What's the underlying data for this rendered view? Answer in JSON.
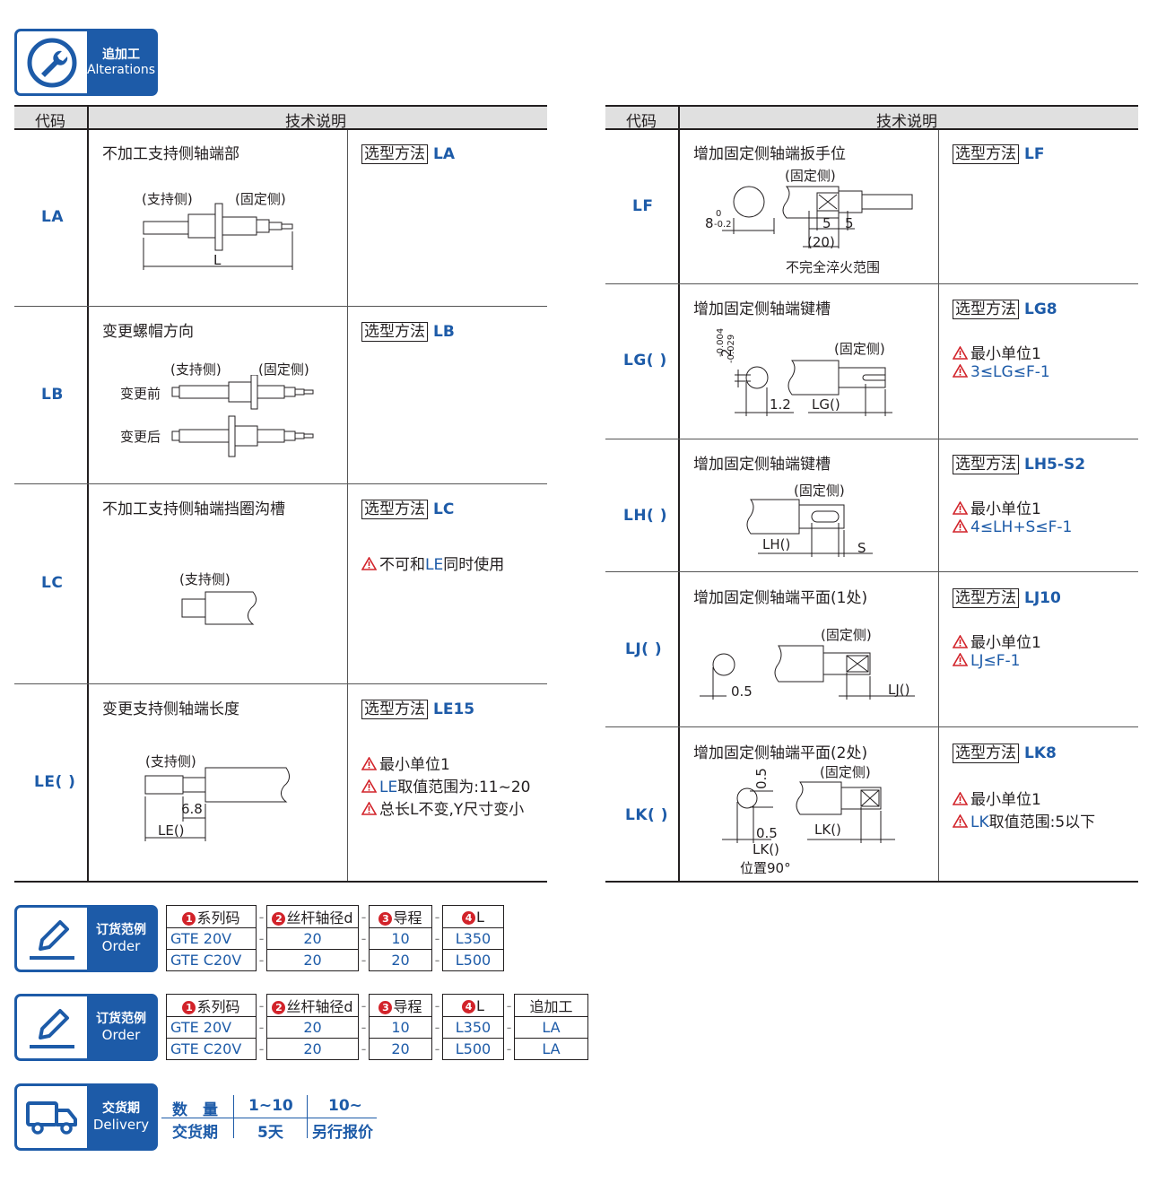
{
  "alter_badge": {
    "cn": "追加工",
    "en": "Alterations",
    "icon": "wrench-icon"
  },
  "left_table": {
    "headers": [
      "代码",
      "技术说明"
    ],
    "rows": [
      {
        "code": "LA",
        "desc": "不加工支持侧轴端部",
        "select_label": "选型方法",
        "select_value": "LA",
        "labels": [
          "(支持侧)",
          "(固定侧)",
          "L"
        ],
        "notes": []
      },
      {
        "code": "LB",
        "desc": "变更螺帽方向",
        "select_label": "选型方法",
        "select_value": "LB",
        "labels": [
          "(支持侧)",
          "(固定侧)",
          "变更前",
          "变更后"
        ],
        "notes": []
      },
      {
        "code": "LC",
        "desc": "不加工支持侧轴端挡圈沟槽",
        "select_label": "选型方法",
        "select_value": "LC",
        "labels": [
          "(支持侧)"
        ],
        "notes": [
          {
            "pre": "不可和",
            "blue": "LE",
            "post": "同时使用"
          }
        ]
      },
      {
        "code": "LE( )",
        "desc": "变更支持侧轴端长度",
        "select_label": "选型方法",
        "select_value": "LE15",
        "labels": [
          "(支持侧)",
          "6.8",
          "LE()"
        ],
        "notes": [
          {
            "pre": "最小单位1",
            "blue": "",
            "post": ""
          },
          {
            "pre": "",
            "blue": "LE",
            "post": "取值范围为:11~20"
          },
          {
            "pre": "总长L不变,Y尺寸变小",
            "blue": "",
            "post": ""
          }
        ]
      }
    ]
  },
  "right_table": {
    "headers": [
      "代码",
      "技术说明"
    ],
    "rows": [
      {
        "code": "LF",
        "desc": "增加固定侧轴端扳手位",
        "select_label": "选型方法",
        "select_value": "LF",
        "labels": [
          "(固定侧)",
          "8",
          "0",
          "-0.2",
          "5",
          "5",
          "(20)",
          "不完全淬火范围"
        ],
        "notes": []
      },
      {
        "code": "LG( )",
        "desc": "增加固定侧轴端键槽",
        "select_label": "选型方法",
        "select_value": "LG8",
        "labels": [
          "(固定侧)",
          "2",
          "-0.004",
          "-0.029",
          "1.2",
          "LG()"
        ],
        "notes": [
          {
            "pre": "最小单位1",
            "blue": "",
            "post": ""
          },
          {
            "pre": "",
            "blue": "3≤LG≤F-1",
            "post": ""
          }
        ]
      },
      {
        "code": "LH( )",
        "desc": "增加固定侧轴端键槽",
        "select_label": "选型方法",
        "select_value": "LH5-S2",
        "labels": [
          "(固定侧)",
          "LH()",
          "S"
        ],
        "notes": [
          {
            "pre": "最小单位1",
            "blue": "",
            "post": ""
          },
          {
            "pre": "",
            "blue": "4≤LH+S≤F-1",
            "post": ""
          }
        ]
      },
      {
        "code": "LJ( )",
        "desc": "增加固定侧轴端平面(1处)",
        "select_label": "选型方法",
        "select_value": "LJ10",
        "labels": [
          "(固定侧)",
          "0.5",
          "LJ()"
        ],
        "notes": [
          {
            "pre": "最小单位1",
            "blue": "",
            "post": ""
          },
          {
            "pre": "",
            "blue": "LJ≤F-1",
            "post": ""
          }
        ]
      },
      {
        "code": "LK( )",
        "desc": "增加固定侧轴端平面(2处)",
        "select_label": "选型方法",
        "select_value": "LK8",
        "labels": [
          "(固定侧)",
          "0.5",
          "0.5",
          "LK()",
          "LK()",
          "位置90°"
        ],
        "notes": [
          {
            "pre": "最小单位1",
            "blue": "",
            "post": ""
          },
          {
            "pre": "",
            "blue": "LK",
            "post": "取值范围:5以下"
          }
        ]
      }
    ]
  },
  "order1": {
    "cn": "订货范例",
    "en": "Order",
    "icon": "pencil-icon",
    "headers": [
      "系列码",
      "丝杆轴径d",
      "导程",
      "L"
    ],
    "rows": [
      [
        "GTE 20V",
        "20",
        "10",
        "L350"
      ],
      [
        "GTE C20V",
        "20",
        "20",
        "L500"
      ]
    ]
  },
  "order2": {
    "cn": "订货范例",
    "en": "Order",
    "icon": "pencil-icon",
    "headers": [
      "系列码",
      "丝杆轴径d",
      "导程",
      "L",
      "追加工"
    ],
    "rows": [
      [
        "GTE 20V",
        "20",
        "10",
        "L350",
        "LA"
      ],
      [
        "GTE C20V",
        "20",
        "20",
        "L500",
        "LA"
      ]
    ]
  },
  "circled": [
    "1",
    "2",
    "3",
    "4"
  ],
  "delivery": {
    "cn": "交货期",
    "en": "Delivery",
    "icon": "truck-icon",
    "row1": [
      "数　量",
      "1~10",
      "10~"
    ],
    "row2": [
      "交货期",
      "5天",
      "另行报价"
    ]
  },
  "dash": "-",
  "colors": {
    "accent": "#1d5ba8",
    "warn": "#d2232a"
  }
}
